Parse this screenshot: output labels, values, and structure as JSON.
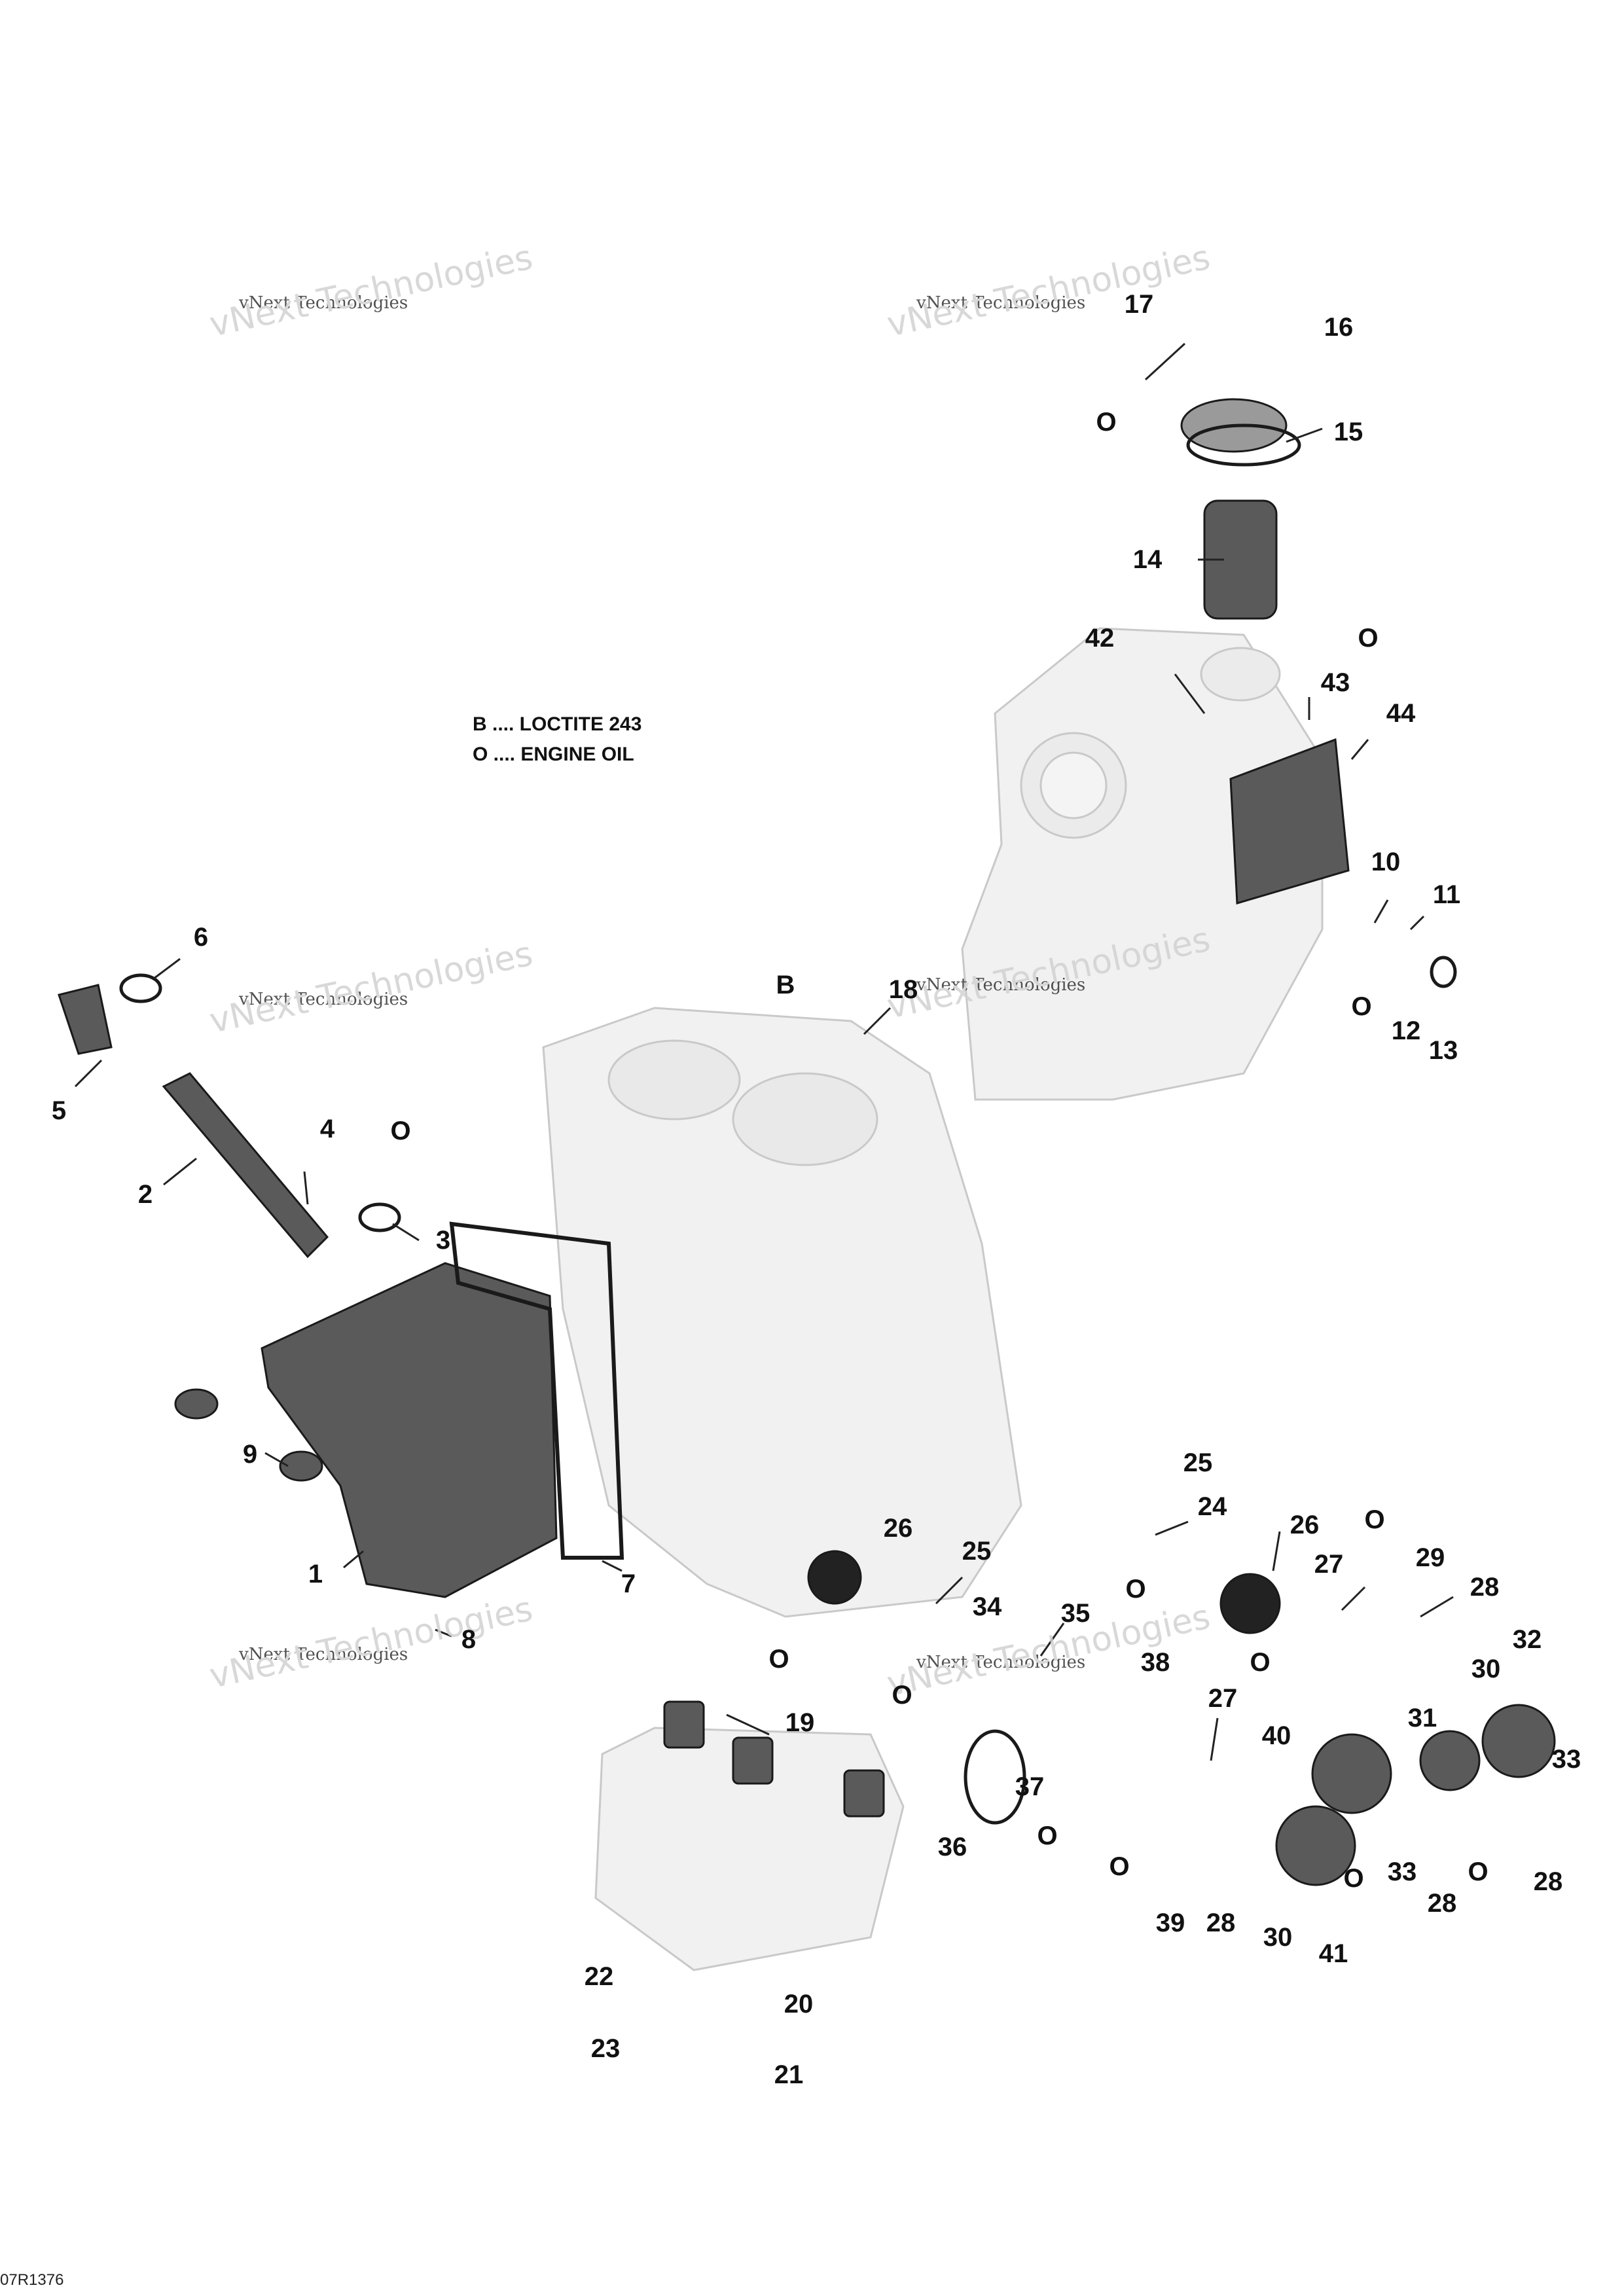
{
  "legend": [
    {
      "symbol": "B",
      "text": "B .... LOCTITE 243"
    },
    {
      "symbol": "O",
      "text": "O .... ENGINE OIL"
    }
  ],
  "drawing_number": "07R1376",
  "watermark": {
    "small": "vNext Technologies",
    "big": "vNext Technologies"
  },
  "callouts": {
    "c1": "1",
    "c2": "2",
    "c3": "3",
    "c4": "4",
    "c5": "5",
    "c6": "6",
    "c7": "7",
    "c8": "8",
    "c9": "9",
    "c10": "10",
    "c11": "11",
    "c12": "12",
    "c13": "13",
    "c14": "14",
    "c15": "15",
    "c16": "16",
    "c17": "17",
    "c18": "18",
    "c19": "19",
    "c20": "20",
    "c21": "21",
    "c22": "22",
    "c23": "23",
    "c24": "24",
    "c25a": "25",
    "c25b": "25",
    "c26a": "26",
    "c26b": "26",
    "c27a": "27",
    "c27b": "27",
    "c28a": "28",
    "c28b": "28",
    "c28c": "28",
    "c28d": "28",
    "c29": "29",
    "c30a": "30",
    "c30b": "30",
    "c31": "31",
    "c32": "32",
    "c33a": "33",
    "c33b": "33",
    "c34": "34",
    "c35": "35",
    "c36": "36",
    "c37": "37",
    "c38": "38",
    "c39": "39",
    "c40": "40",
    "c41": "41",
    "c42": "42",
    "c43": "43",
    "c44": "44"
  },
  "symbols": {
    "oil": "O",
    "loctite": "B"
  }
}
